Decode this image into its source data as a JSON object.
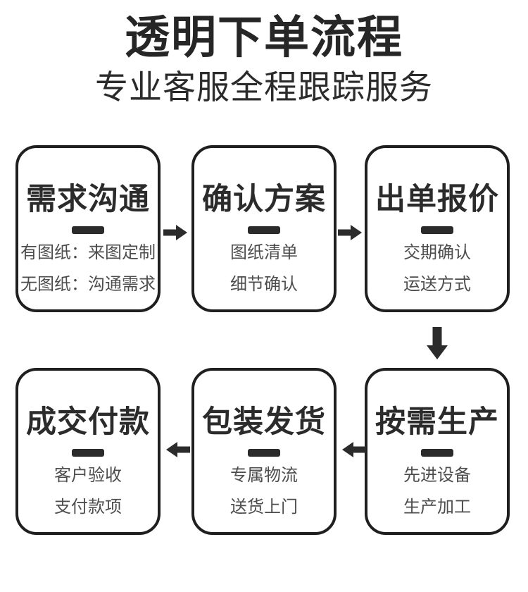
{
  "header": {
    "title": "透明下单流程",
    "subtitle": "专业客服全程跟踪服务"
  },
  "steps": [
    {
      "title": "需求沟通",
      "line1": "有图纸：来图定制",
      "line2": "无图纸：沟通需求"
    },
    {
      "title": "确认方案",
      "line1": "图纸清单",
      "line2": "细节确认"
    },
    {
      "title": "出单报价",
      "line1": "交期确认",
      "line2": "运送方式"
    },
    {
      "title": "按需生产",
      "line1": "先进设备",
      "line2": "生产加工"
    },
    {
      "title": "包装发货",
      "line1": "专属物流",
      "line2": "送货上门"
    },
    {
      "title": "成交付款",
      "line1": "客户验收",
      "line2": "支付款项"
    }
  ],
  "icons": {
    "arrow_right": "▶",
    "arrow_down": "▼",
    "arrow_left": "◀"
  },
  "colors": {
    "background": "#ffffff",
    "heading_text": "#262626",
    "box_border": "#1f1f1f",
    "box_title_text": "#2b2b2b",
    "box_detail_text": "#4d4d4d",
    "arrow_fill": "#2b2b2b"
  }
}
